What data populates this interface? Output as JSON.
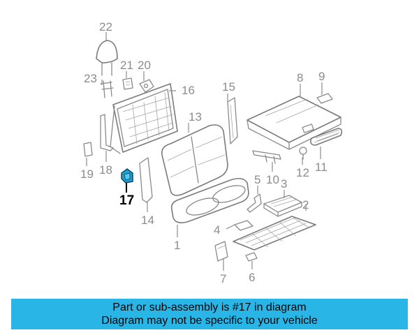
{
  "diagram": {
    "callouts": [
      "1",
      "2",
      "3",
      "4",
      "5",
      "6",
      "7",
      "8",
      "9",
      "10",
      "11",
      "12",
      "13",
      "14",
      "15",
      "16",
      "17",
      "18",
      "19",
      "20",
      "21",
      "22",
      "23"
    ],
    "highlighted_part": "17",
    "highlight_color": "#1f9fd1"
  },
  "banner": {
    "line1": "Part or sub-assembly is #17 in diagram",
    "line2": "Diagram may not be specific to your vehicle",
    "background": "#29b6e6"
  }
}
